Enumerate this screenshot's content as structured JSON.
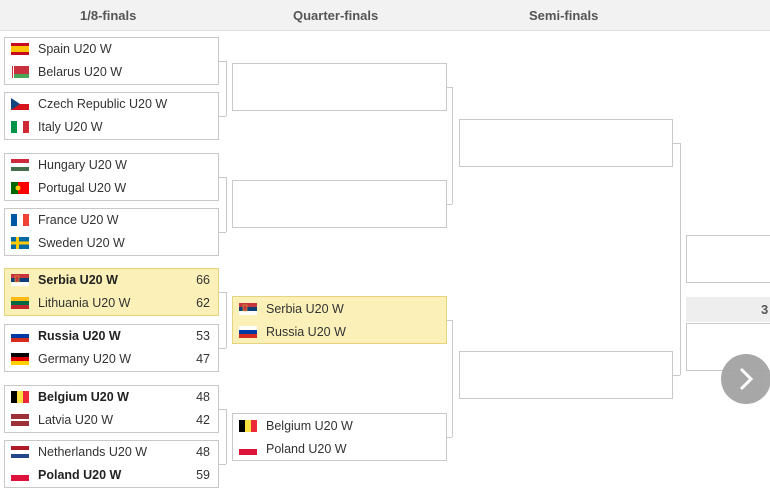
{
  "rounds": {
    "r16": "1/8-finals",
    "qf": "Quarter-finals",
    "sf": "Semi-finals"
  },
  "third_place_label": "3",
  "r16_matches": [
    {
      "team1": {
        "name": "Spain U20 W",
        "flag": "spain-flag",
        "score": "",
        "winner": false
      },
      "team2": {
        "name": "Belarus U20 W",
        "flag": "belarus-flag",
        "score": "",
        "winner": false
      },
      "highlight": false
    },
    {
      "team1": {
        "name": "Czech Republic U20 W",
        "flag": "czech-republic-flag",
        "score": "",
        "winner": false
      },
      "team2": {
        "name": "Italy U20 W",
        "flag": "italy-flag",
        "score": "",
        "winner": false
      },
      "highlight": false
    },
    {
      "team1": {
        "name": "Hungary U20 W",
        "flag": "hungary-flag",
        "score": "",
        "winner": false
      },
      "team2": {
        "name": "Portugal U20 W",
        "flag": "portugal-flag",
        "score": "",
        "winner": false
      },
      "highlight": false
    },
    {
      "team1": {
        "name": "France U20 W",
        "flag": "france-flag",
        "score": "",
        "winner": false
      },
      "team2": {
        "name": "Sweden U20 W",
        "flag": "sweden-flag",
        "score": "",
        "winner": false
      },
      "highlight": false
    },
    {
      "team1": {
        "name": "Serbia U20 W",
        "flag": "serbia-flag",
        "score": "66",
        "winner": true
      },
      "team2": {
        "name": "Lithuania U20 W",
        "flag": "lithuania-flag",
        "score": "62",
        "winner": false
      },
      "highlight": true
    },
    {
      "team1": {
        "name": "Russia U20 W",
        "flag": "russia-flag",
        "score": "53",
        "winner": true
      },
      "team2": {
        "name": "Germany U20 W",
        "flag": "germany-flag",
        "score": "47",
        "winner": false
      },
      "highlight": false
    },
    {
      "team1": {
        "name": "Belgium U20 W",
        "flag": "belgium-flag",
        "score": "48",
        "winner": true
      },
      "team2": {
        "name": "Latvia U20 W",
        "flag": "latvia-flag",
        "score": "42",
        "winner": false
      },
      "highlight": false
    },
    {
      "team1": {
        "name": "Netherlands U20 W",
        "flag": "netherlands-flag",
        "score": "48",
        "winner": false
      },
      "team2": {
        "name": "Poland U20 W",
        "flag": "poland-flag",
        "score": "59",
        "winner": true
      },
      "highlight": false
    }
  ],
  "qf_matches": [
    {
      "team1": null,
      "team2": null,
      "highlight": false
    },
    {
      "team1": null,
      "team2": null,
      "highlight": false
    },
    {
      "team1": {
        "name": "Serbia U20 W",
        "flag": "serbia-flag",
        "score": "",
        "winner": false
      },
      "team2": {
        "name": "Russia U20 W",
        "flag": "russia-flag",
        "score": "",
        "winner": false
      },
      "highlight": true
    },
    {
      "team1": {
        "name": "Belgium U20 W",
        "flag": "belgium-flag",
        "score": "",
        "winner": false
      },
      "team2": {
        "name": "Poland U20 W",
        "flag": "poland-flag",
        "score": "",
        "winner": false
      },
      "highlight": false
    }
  ],
  "sf_matches": [
    {
      "team1": null,
      "team2": null,
      "highlight": false
    },
    {
      "team1": null,
      "team2": null,
      "highlight": false
    }
  ],
  "final_matches": [
    {
      "team1": null,
      "team2": null,
      "highlight": false
    },
    {
      "team1": null,
      "team2": null,
      "highlight": false
    }
  ],
  "next_button_icon": "chevron-right-icon"
}
